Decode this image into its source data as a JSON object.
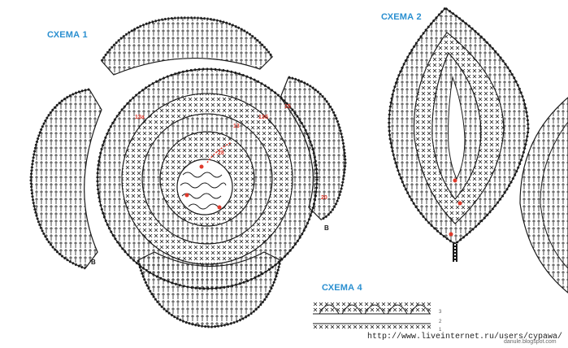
{
  "labels": {
    "schema1": "СХЕМА 1",
    "schema2": "СХЕМА 2",
    "schema4": "СХЕМА 4"
  },
  "numbers": {
    "n1": "13а",
    "n2": "13б",
    "n3": "13",
    "n4": "15",
    "n5": "20",
    "n6": "28"
  },
  "row_numbers": {
    "r3": "3",
    "r2": "2",
    "r1": "1"
  },
  "start_marks": {
    "b1": "B",
    "b2": "B"
  },
  "watermark": "http://www.liveinternet.ru/users/cypawa/",
  "blog": "danule.blogspot.com",
  "colors": {
    "label": "#2a8fd0",
    "marker": "#e03a2c",
    "ink": "#1a1a1a"
  }
}
